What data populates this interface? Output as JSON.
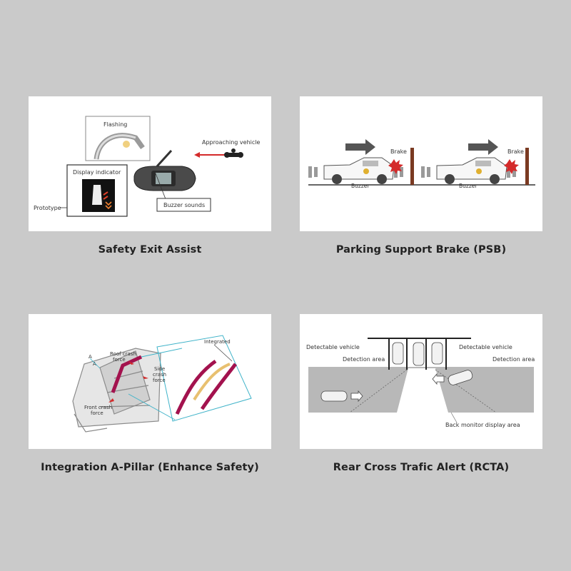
{
  "panels": [
    {
      "caption": "Safety Exit Assist",
      "labels": {
        "flashing": "Flashing",
        "approaching_vehicle": "Approaching vehicle",
        "display_indicator": "Display indicator",
        "prototype": "Prototype",
        "buzzer_sounds": "Buzzer sounds"
      }
    },
    {
      "caption": "Parking Support Brake (PSB)",
      "labels": {
        "brake": "Brake",
        "buzzer": "Buzzer"
      }
    },
    {
      "caption": "Integration A-Pillar (Enhance Safety)",
      "labels": {
        "integrated": "Integrated",
        "roof_crash_line1": "Roof crash",
        "roof_crash_line2": "force",
        "side_crash_line1": "Side",
        "side_crash_line2": "crash",
        "side_crash_line3": "force",
        "front_crash_line1": "Front crash",
        "front_crash_line2": "force",
        "section_a": "A"
      }
    },
    {
      "caption": "Rear Cross Trafic Alert (RCTA)",
      "labels": {
        "detectable_vehicle": "Detectable vehicle",
        "detection_area": "Detection area",
        "back_monitor": "Back monitor display area"
      }
    }
  ],
  "colors": {
    "page_bg": "#cacaca",
    "panel_bg": "#ffffff",
    "alert_red": "#d42a2a",
    "pillar_magenta": "#a3124e",
    "diagram_cyan": "#3fb3c9",
    "arrow_gray": "#555555"
  }
}
